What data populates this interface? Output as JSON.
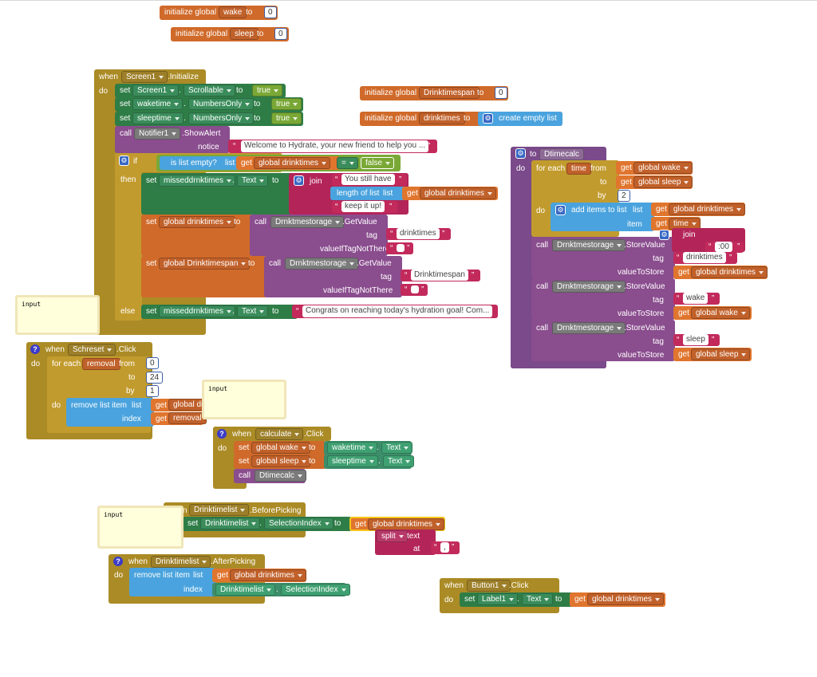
{
  "canvas": {
    "background": "#ffffff"
  },
  "colors": {
    "variables": "#d06a2a",
    "control": "#ab8b25",
    "setters": "#2e7d46",
    "procedures": "#8a4d8e",
    "lists": "#4aa3de",
    "text": "#c22a5c",
    "logic": "#7aa836",
    "math": "#3767c4"
  },
  "globals": {
    "wake": {
      "kw": "initialize global",
      "name": "wake",
      "to": "to",
      "value": "0"
    },
    "sleep": {
      "kw": "initialize global",
      "name": "sleep",
      "to": "to",
      "value": "0"
    },
    "drinktimespan": {
      "kw": "initialize global",
      "name": "Drinktimespan",
      "to": "to",
      "value": "0"
    },
    "drinktimes": {
      "kw": "initialize global",
      "name": "drinktimes",
      "to": "to",
      "value": "create empty list"
    }
  },
  "screen_init": {
    "when": "when",
    "component": "Screen1",
    "event": ".Initialize",
    "do": "do",
    "set": "set",
    "to": "to",
    "dot": ".",
    "s1_comp": "Screen1",
    "s1_prop": "Scrollable",
    "s1_val": "true",
    "s2_comp": "waketime",
    "s2_prop": "NumbersOnly",
    "s2_val": "true",
    "s3_comp": "sleeptime",
    "s3_prop": "NumbersOnly",
    "s3_val": "true",
    "call": "call",
    "notifier": "Notifier1",
    "show_alert": ".ShowAlert",
    "notice": "notice",
    "notice_text": "Welcome to Hydrate, your new friend to help you ...",
    "if": "if",
    "is_list_empty": "is list empty?",
    "list": "list",
    "get": "get",
    "global_drinktimes": "global drinktimes",
    "eq": "=",
    "false": "false",
    "then": "then",
    "missed": "misseddrnktimes",
    "text_prop": "Text",
    "join": "join",
    "you_still_have": "You still have",
    "length_of_list": "length of list",
    "keep_it_up": "keep it up!",
    "storage": "Drnktmestorage",
    "get_value": ".GetValue",
    "tag": "tag",
    "value_if": "valueIfTagNotThere",
    "tag_drinktimes": "drinktimes",
    "global_drinktimespan": "global Drinktimespan",
    "tag_drinktimespan": "Drinktimespan",
    "else": "else",
    "congrats": "Congrats on reaching today's hydration goal! Com..."
  },
  "schreset": {
    "when": "when",
    "component": "Schreset",
    "event": ".Click",
    "do": "do",
    "for_each": "for each",
    "var": "removal",
    "from": "from",
    "from_val": "0",
    "to": "to",
    "to_val": "24",
    "by": "by",
    "by_val": "1",
    "remove_list_item": "remove list item",
    "list": "list",
    "index": "index",
    "get": "get",
    "global_dr": "global dr",
    "removal": "removal"
  },
  "calculate": {
    "when": "when",
    "component": "calculate",
    "event": ".Click",
    "do": "do",
    "set": "set",
    "to": "to",
    "dot": ".",
    "get": "get",
    "global_wake": "global wake",
    "global_sleep": "global sleep",
    "waketime": "waketime",
    "sleeptime": "sleeptime",
    "text_prop": "Text",
    "call": "call",
    "proc": "Dtimecalc"
  },
  "dtimecalc": {
    "to": "to",
    "name": "Dtimecalc",
    "do": "do",
    "for_each": "for each",
    "var": "time",
    "from": "from",
    "to_kw": "to",
    "by": "by",
    "by_val": "2",
    "get": "get",
    "global_wake": "global wake",
    "global_sleep": "global sleep",
    "add_items": "add items to list",
    "list": "list",
    "item": "item",
    "global_drinktimes": "global drinktimes",
    "time": "time",
    "join": "join",
    "colon00": ":00",
    "call": "call",
    "storage": "Drnktmestorage",
    "store_value": ".StoreValue",
    "tag": "tag",
    "value_to_store": "valueToStore",
    "tag1": "drinktimes",
    "tag2": "wake",
    "tag3": "sleep"
  },
  "before_picking": {
    "n": "n",
    "component": "Drinktimelist",
    "event": ".BeforePicking",
    "set": "set",
    "prop": "SelectionIndex",
    "dot": ".",
    "to": "to",
    "get": "get",
    "global_drinktimes": "global drinktimes",
    "split": "split",
    "text": "text",
    "at": "at",
    "comma": ","
  },
  "after_picking": {
    "when": "when",
    "component": "Drinktimelist",
    "event": ".AfterPicking",
    "do": "do",
    "remove_list_item": "remove list item",
    "list": "list",
    "index": "index",
    "get": "get",
    "global_drinktimes": "global drinktimes",
    "prop": "SelectionIndex",
    "dot": "."
  },
  "button1": {
    "when": "when",
    "component": "Button1",
    "event": ".Click",
    "do": "do",
    "set": "set",
    "label": "Label1",
    "dot": ".",
    "prop": "Text",
    "to": "to",
    "get": "get",
    "global_drinktimes": "global drinktimes"
  },
  "comments": {
    "c1": "input",
    "c2": "input",
    "c3": "input"
  },
  "icons": {
    "gear": "gear-icon",
    "help": "question-mark-icon"
  }
}
